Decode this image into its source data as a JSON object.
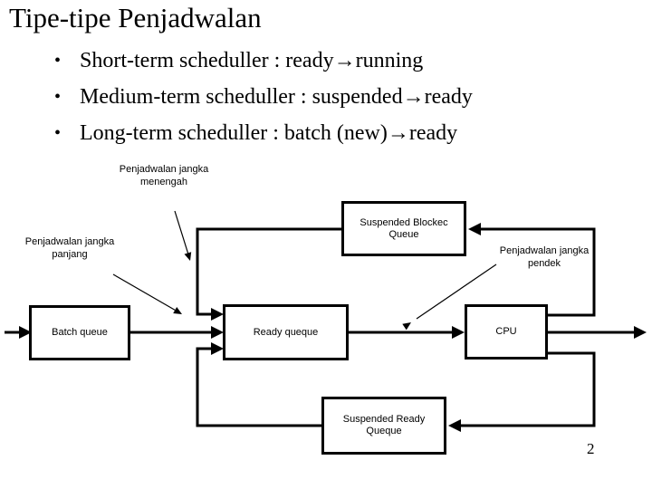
{
  "slide": {
    "title": "Tipe-tipe Penjadwalan",
    "bullet_char": "•",
    "bullets": [
      "Short-term scheduller : ready→running",
      "Medium-term scheduller : suspended→ready",
      "Long-term scheduller : batch (new)→ready"
    ],
    "page_number": "2"
  },
  "diagram": {
    "boxes": {
      "batch": "Batch queue",
      "ready": "Ready queque",
      "cpu": "CPU",
      "suspended_blocked": "Suspended Blockec Queue",
      "suspended_ready": "Suspended Ready Queque"
    },
    "labels": {
      "medium_term": "Penjadwalan jangka menengah",
      "long_term": "Penjadwalan jangka panjang",
      "short_term": "Penjadwalan jangka pendek"
    },
    "colors": {
      "line": "#000000",
      "box_fill": "#ffffff",
      "text": "#000000",
      "background": "#ffffff"
    }
  }
}
